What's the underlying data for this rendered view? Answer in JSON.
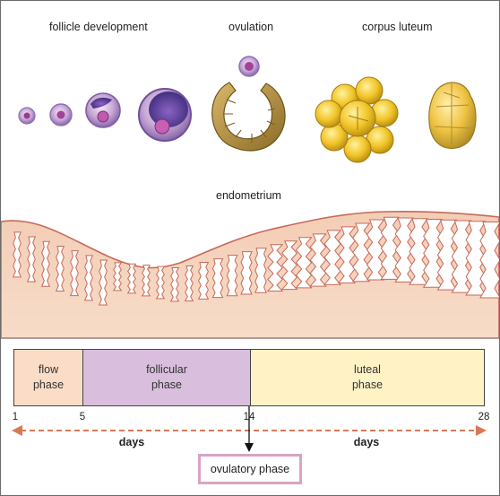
{
  "top_labels": {
    "follicle": "follicle development",
    "ovulation": "ovulation",
    "corpus": "corpus luteum"
  },
  "endometrium_label": "endometrium",
  "phases": [
    {
      "line1": "flow",
      "line2": "phase",
      "color": "#fbdcc6"
    },
    {
      "line1": "follicular",
      "line2": "phase",
      "color": "#d9bedd"
    },
    {
      "line1": "luteal",
      "line2": "phase",
      "color": "#fff3c6"
    }
  ],
  "ticks": [
    "1",
    "5",
    "14",
    "28"
  ],
  "days_label": "days",
  "ovulatory_label": "ovulatory phase",
  "colors": {
    "endometrium_fill": "#f6d7c1",
    "endometrium_edge": "#c66a5a",
    "arrow": "#d77a56",
    "follicle_purple": "#8e6fb7",
    "corpus_yellow": "#f2cc2c"
  }
}
